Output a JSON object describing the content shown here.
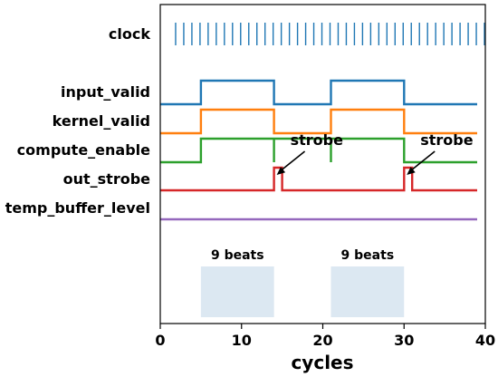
{
  "chart_data": {
    "type": "line",
    "xlabel": "cycles",
    "xlim": [
      0,
      40
    ],
    "x_ticks": [
      "0",
      "10",
      "20",
      "30",
      "40"
    ],
    "grid": false,
    "clock": {
      "name": "clock",
      "color": "#1f77b4",
      "tick_positions": [
        1,
        2,
        3,
        4,
        5,
        6,
        7,
        8,
        9,
        10,
        11,
        12,
        13,
        14,
        15,
        16,
        17,
        18,
        19,
        20,
        21,
        22,
        23,
        24,
        25,
        26,
        27,
        28,
        29,
        30,
        31,
        32,
        33,
        34,
        35,
        36,
        37,
        38,
        39
      ]
    },
    "series": [
      {
        "name": "input_valid",
        "color": "#1f77b4",
        "high_intervals": [
          [
            5,
            14
          ],
          [
            21,
            30
          ]
        ]
      },
      {
        "name": "kernel_valid",
        "color": "#ff7f0e",
        "high_intervals": [
          [
            5,
            14
          ],
          [
            21,
            30
          ]
        ]
      },
      {
        "name": "compute_enable",
        "color": "#2ca02c",
        "high_intervals": [
          [
            5,
            14
          ],
          [
            14,
            21
          ],
          [
            21,
            30
          ]
        ],
        "transitions_note": ""
      },
      {
        "name": "out_strobe",
        "color": "#d62728",
        "high_intervals": [
          [
            14,
            15
          ],
          [
            30,
            31
          ]
        ]
      },
      {
        "name": "temp_buffer_level",
        "color": "#9467bd",
        "high_intervals": []
      }
    ],
    "shaded_regions": [
      {
        "x_range": [
          5,
          14
        ],
        "label": "9 beats",
        "color": "#dce8f2"
      },
      {
        "x_range": [
          21,
          30
        ],
        "label": "9 beats",
        "color": "#dce8f2"
      }
    ],
    "annotations": [
      {
        "text": "strobe",
        "target_x": 14,
        "text_x": 16
      },
      {
        "text": "strobe",
        "target_x": 30,
        "text_x": 32
      }
    ]
  }
}
